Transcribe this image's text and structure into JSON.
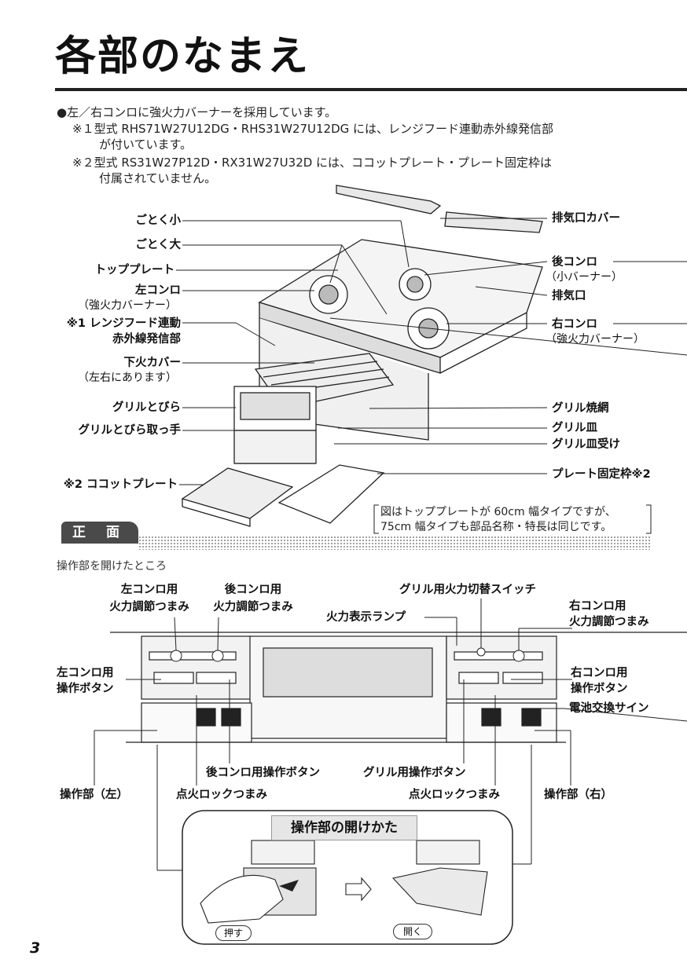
{
  "title": "各部のなまえ",
  "notes": {
    "bullet": "●左／右コンロに強火力バーナーを採用しています。",
    "n1_line1": "※１型式 RHS71W27U12DG・RHS31W27U12DG には、レンジフード連動赤外線発信部",
    "n1_line2": "が付いています。",
    "n2_line1": "※２型式 RS31W27P12D・RX31W27U32D には、ココットプレート・プレート固定枠は",
    "n2_line2": "付属されていません。"
  },
  "labels_left": {
    "gotoku_small": "ごとく小",
    "gotoku_large": "ごとく大",
    "top_plate": "トッププレート",
    "left_burner": "左コンロ",
    "left_burner_sub": "（強火力バーナー）",
    "range_hood_1": "※1 レンジフード連動",
    "range_hood_2": "赤外線発信部",
    "lower_cover": "下火カバー",
    "lower_cover_sub": "（左右にあります）",
    "grill_door": "グリルとびら",
    "grill_handle": "グリルとびら取っ手",
    "cocotte": "※2 ココットプレート"
  },
  "labels_right": {
    "exhaust_cover": "排気口カバー",
    "rear_burner": "後コンロ",
    "rear_burner_sub": "（小バーナー）",
    "exhaust": "排気口",
    "right_burner": "右コンロ",
    "right_burner_sub": "（強火力バーナー）",
    "grill_net": "グリル焼網",
    "grill_pan": "グリル皿",
    "grill_pan_holder": "グリル皿受け",
    "plate_frame": "プレート固定枠※2"
  },
  "caption": {
    "line1": "図はトッププレートが 60cm 幅タイプですが、",
    "line2": "75cm 幅タイプも部品名称・特長は同じです。"
  },
  "front_tab": "正 面",
  "open_state": "操作部を開けたところ",
  "panel_labels": {
    "left_knob_1": "左コンロ用",
    "left_knob_2": "火力調節つまみ",
    "rear_knob_1": "後コンロ用",
    "rear_knob_2": "火力調節つまみ",
    "grill_switch": "グリル用火力切替スイッチ",
    "flame_lamp": "火力表示ランプ",
    "right_knob_1": "右コンロ用",
    "right_knob_2": "火力調節つまみ",
    "left_button_1": "左コンロ用",
    "left_button_2": "操作ボタン",
    "right_button_1": "右コンロ用",
    "right_button_2": "操作ボタン",
    "battery": "電池交換サイン",
    "rear_button": "後コンロ用操作ボタン",
    "grill_button": "グリル用操作ボタン",
    "lock_left": "点火ロックつまみ",
    "lock_right": "点火ロックつまみ",
    "panel_left": "操作部（左）",
    "panel_right": "操作部（右）"
  },
  "how_to_open": {
    "title": "操作部の開けかた",
    "push": "押す",
    "open": "開く"
  },
  "page_number": "3"
}
